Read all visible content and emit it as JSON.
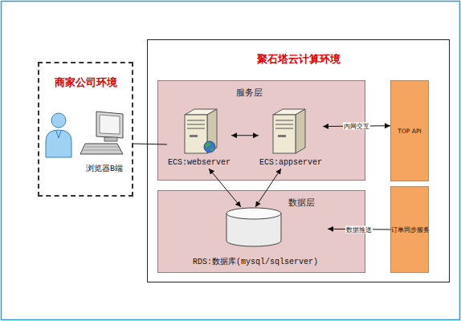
{
  "diagram": {
    "nodes": [
      {
        "text": [
          "商家公司环境"
        ]
      },
      {
        "text": [
          "浏览器B端"
        ],
        "in": 0
      },
      {
        "text": [
          "聚石塔云计算环境"
        ]
      },
      {
        "text": [
          "服务层"
        ],
        "in": 2
      },
      {
        "text": [
          "ECS:webserver"
        ],
        "in": 3
      },
      {
        "text": [
          "ECS:appserver"
        ],
        "in": 3
      },
      {
        "text": [
          "数据层"
        ],
        "in": 2
      },
      {
        "text": [
          "RDS:数据库(mysql/sqlserver)"
        ],
        "in": 6
      },
      {
        "text": [
          "TOP API"
        ],
        "in": 2
      },
      {
        "text": [
          "订单同步服务"
        ],
        "in": 2
      }
    ],
    "edges": [
      {
        "from": 1,
        "to": 4,
        "arrow": "none"
      },
      {
        "from": 4,
        "to": 5,
        "arrow": "both"
      },
      {
        "from": 5,
        "to": 8,
        "label": "内网交互",
        "arrow": "both"
      },
      {
        "from": 4,
        "to": 7,
        "arrow": "both"
      },
      {
        "from": 5,
        "to": 7,
        "arrow": "both"
      },
      {
        "from": 9,
        "to": 7,
        "label": "数据推送",
        "arrow": "to"
      }
    ]
  }
}
